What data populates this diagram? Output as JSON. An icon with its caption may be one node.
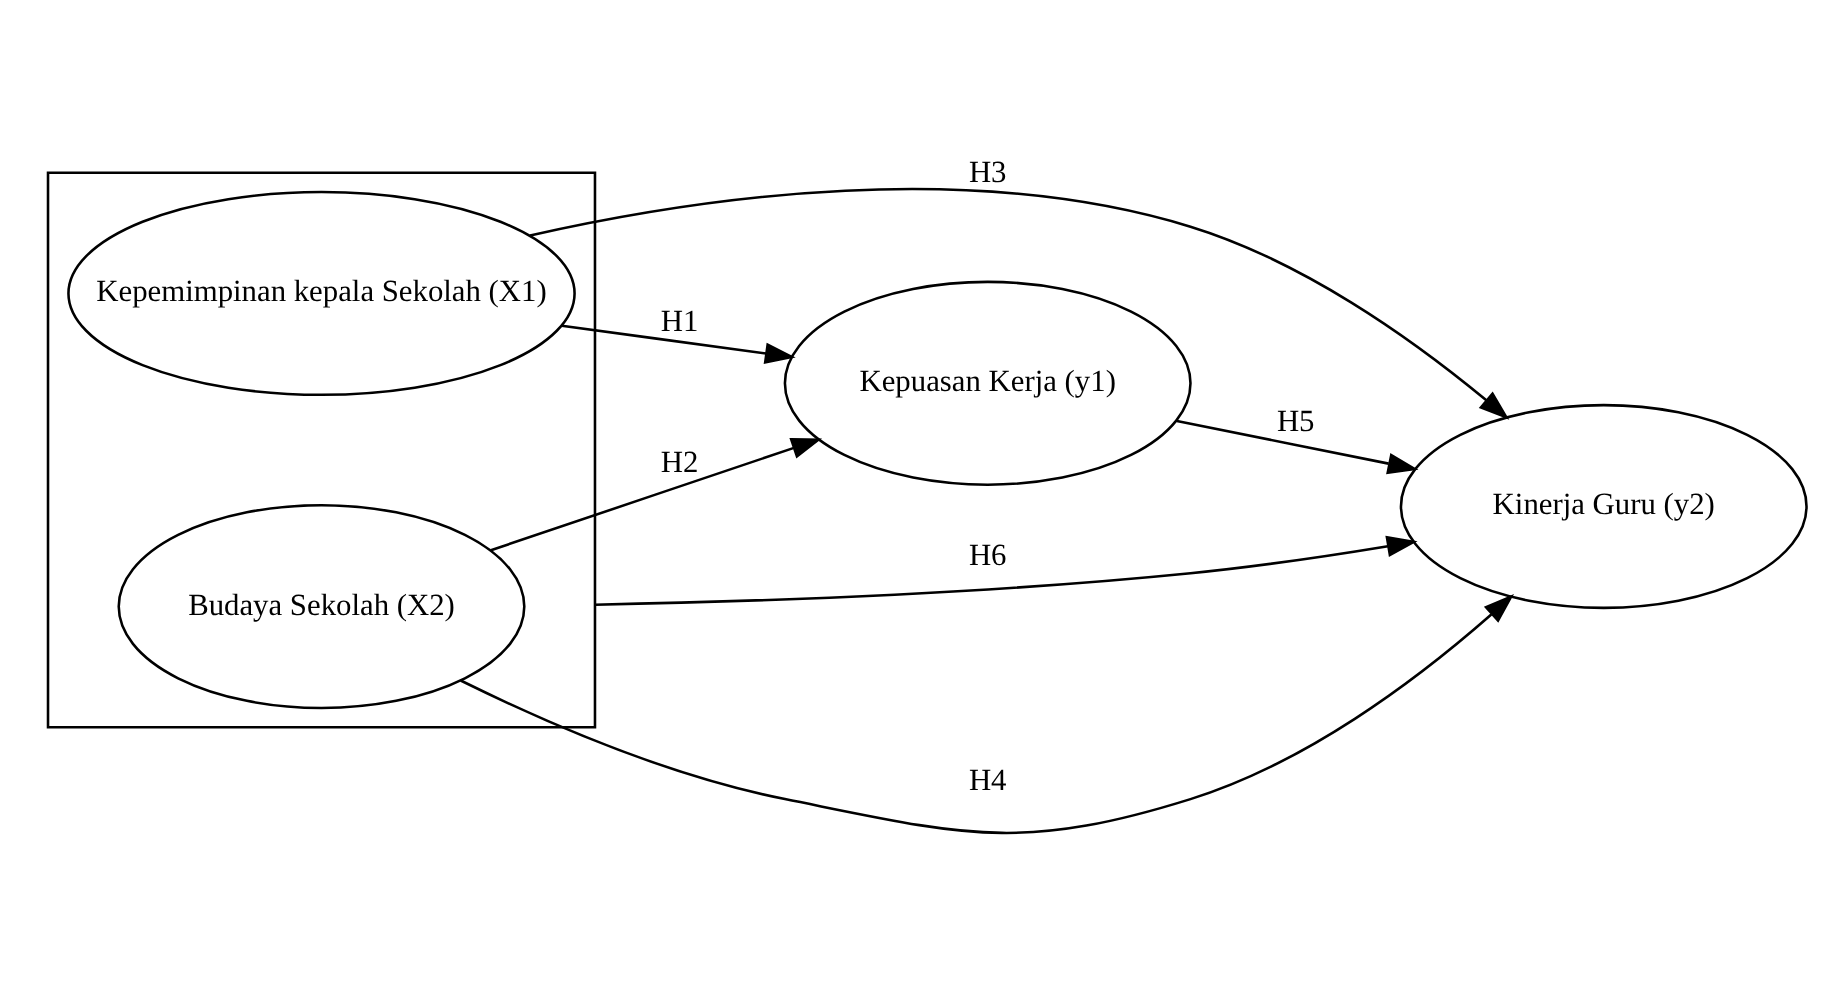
{
  "diagram": {
    "nodes": [
      {
        "text": [],
        "shape": "box"
      },
      {
        "text": [
          "Kepemimpinan kepala Sekolah (X1)"
        ],
        "in": 0
      },
      {
        "text": [
          "Budaya Sekolah (X2)"
        ],
        "in": 0
      },
      {
        "text": [
          "Kepuasan Kerja (y1)"
        ]
      },
      {
        "text": [
          "Kinerja Guru (y2)"
        ]
      }
    ],
    "edges": [
      {
        "from": 1,
        "to": 3,
        "arrow": "to",
        "label": "H1"
      },
      {
        "from": 2,
        "to": 3,
        "arrow": "to",
        "label": "H2"
      },
      {
        "from": 1,
        "to": 4,
        "arrow": "to",
        "label": "H3"
      },
      {
        "from": 2,
        "to": 4,
        "arrow": "to",
        "label": "H4"
      },
      {
        "from": 3,
        "to": 4,
        "arrow": "to",
        "label": "H5"
      },
      {
        "from": 0,
        "to": 4,
        "arrow": "to",
        "label": "H6"
      }
    ]
  }
}
